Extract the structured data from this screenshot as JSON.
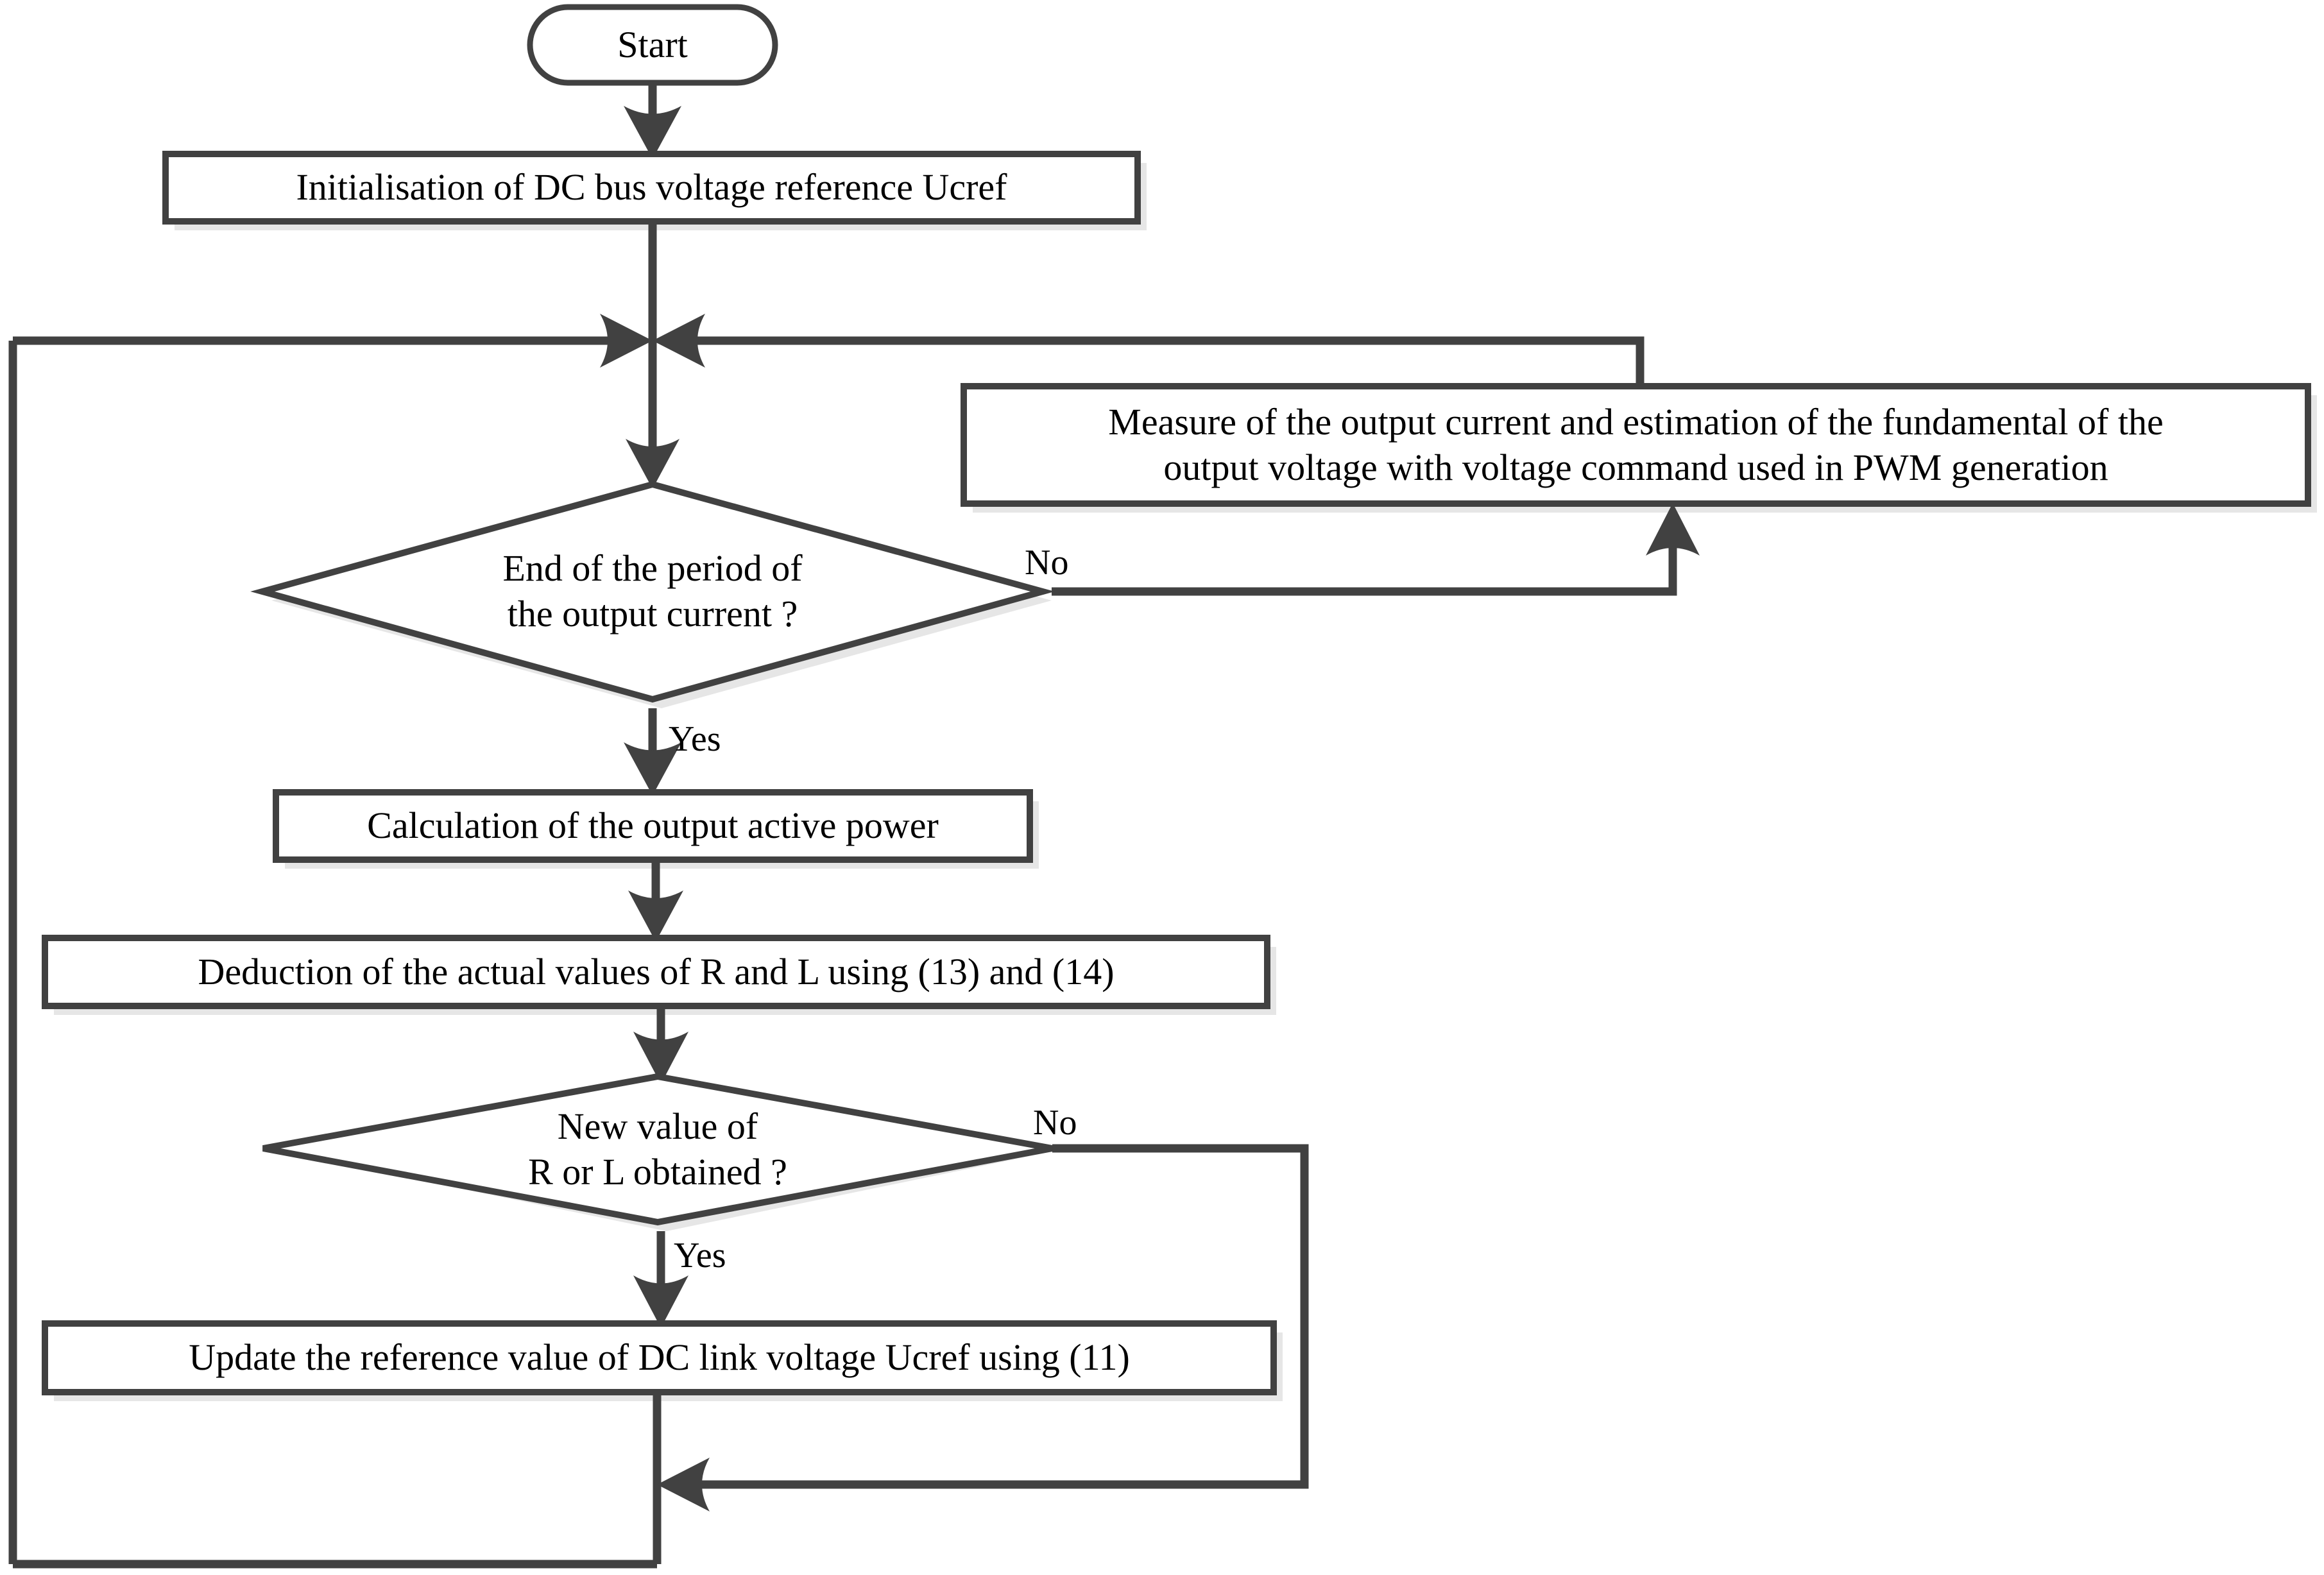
{
  "diagram": {
    "title": "DC bus voltage reference adaptation flowchart",
    "colors": {
      "stroke": "#414141",
      "shadow": "#e6e6e6",
      "fill": "#ffffff",
      "text": "#000000"
    },
    "nodes": {
      "start": {
        "shape": "terminator",
        "label": "Start"
      },
      "init": {
        "shape": "process",
        "label": "Initialisation of DC bus voltage reference Ucref"
      },
      "measure": {
        "shape": "process",
        "label": "Measure of the output current and estimation of the fundamental of the\noutput voltage with voltage command used in PWM generation"
      },
      "decision_period": {
        "shape": "decision",
        "label": "End of the period of\nthe output current ?"
      },
      "calc_power": {
        "shape": "process",
        "label": "Calculation of the output active power"
      },
      "deduction": {
        "shape": "process",
        "label": "Deduction of the actual values of R and L using (13) and (14)"
      },
      "decision_newvalue": {
        "shape": "decision",
        "label": "New value of\nR or L obtained ?"
      },
      "update": {
        "shape": "process",
        "label": "Update the reference value of DC link voltage Ucref using (11)"
      }
    },
    "edge_labels": {
      "period_no": "No",
      "period_yes": "Yes",
      "newvalue_no": "No",
      "newvalue_yes": "Yes"
    }
  }
}
